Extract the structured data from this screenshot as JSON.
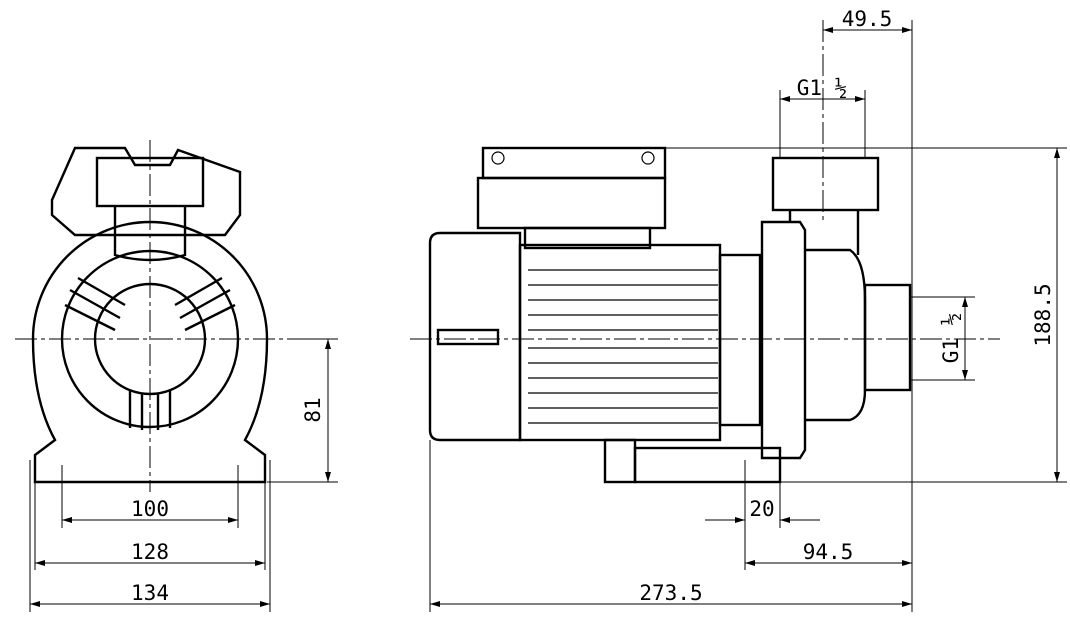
{
  "drawing": {
    "front_view": {
      "dims": {
        "height_to_axis": "81",
        "foot_holes": "100",
        "base_width": "128",
        "overall_width": "134"
      }
    },
    "side_view": {
      "dims": {
        "outlet_offset": "49.5",
        "outlet_thread": "G1 ½",
        "overall_height": "188.5",
        "inlet_thread": "G1 ½",
        "foot_width": "20",
        "foot_to_inlet": "94.5",
        "overall_length": "273.5"
      }
    }
  }
}
